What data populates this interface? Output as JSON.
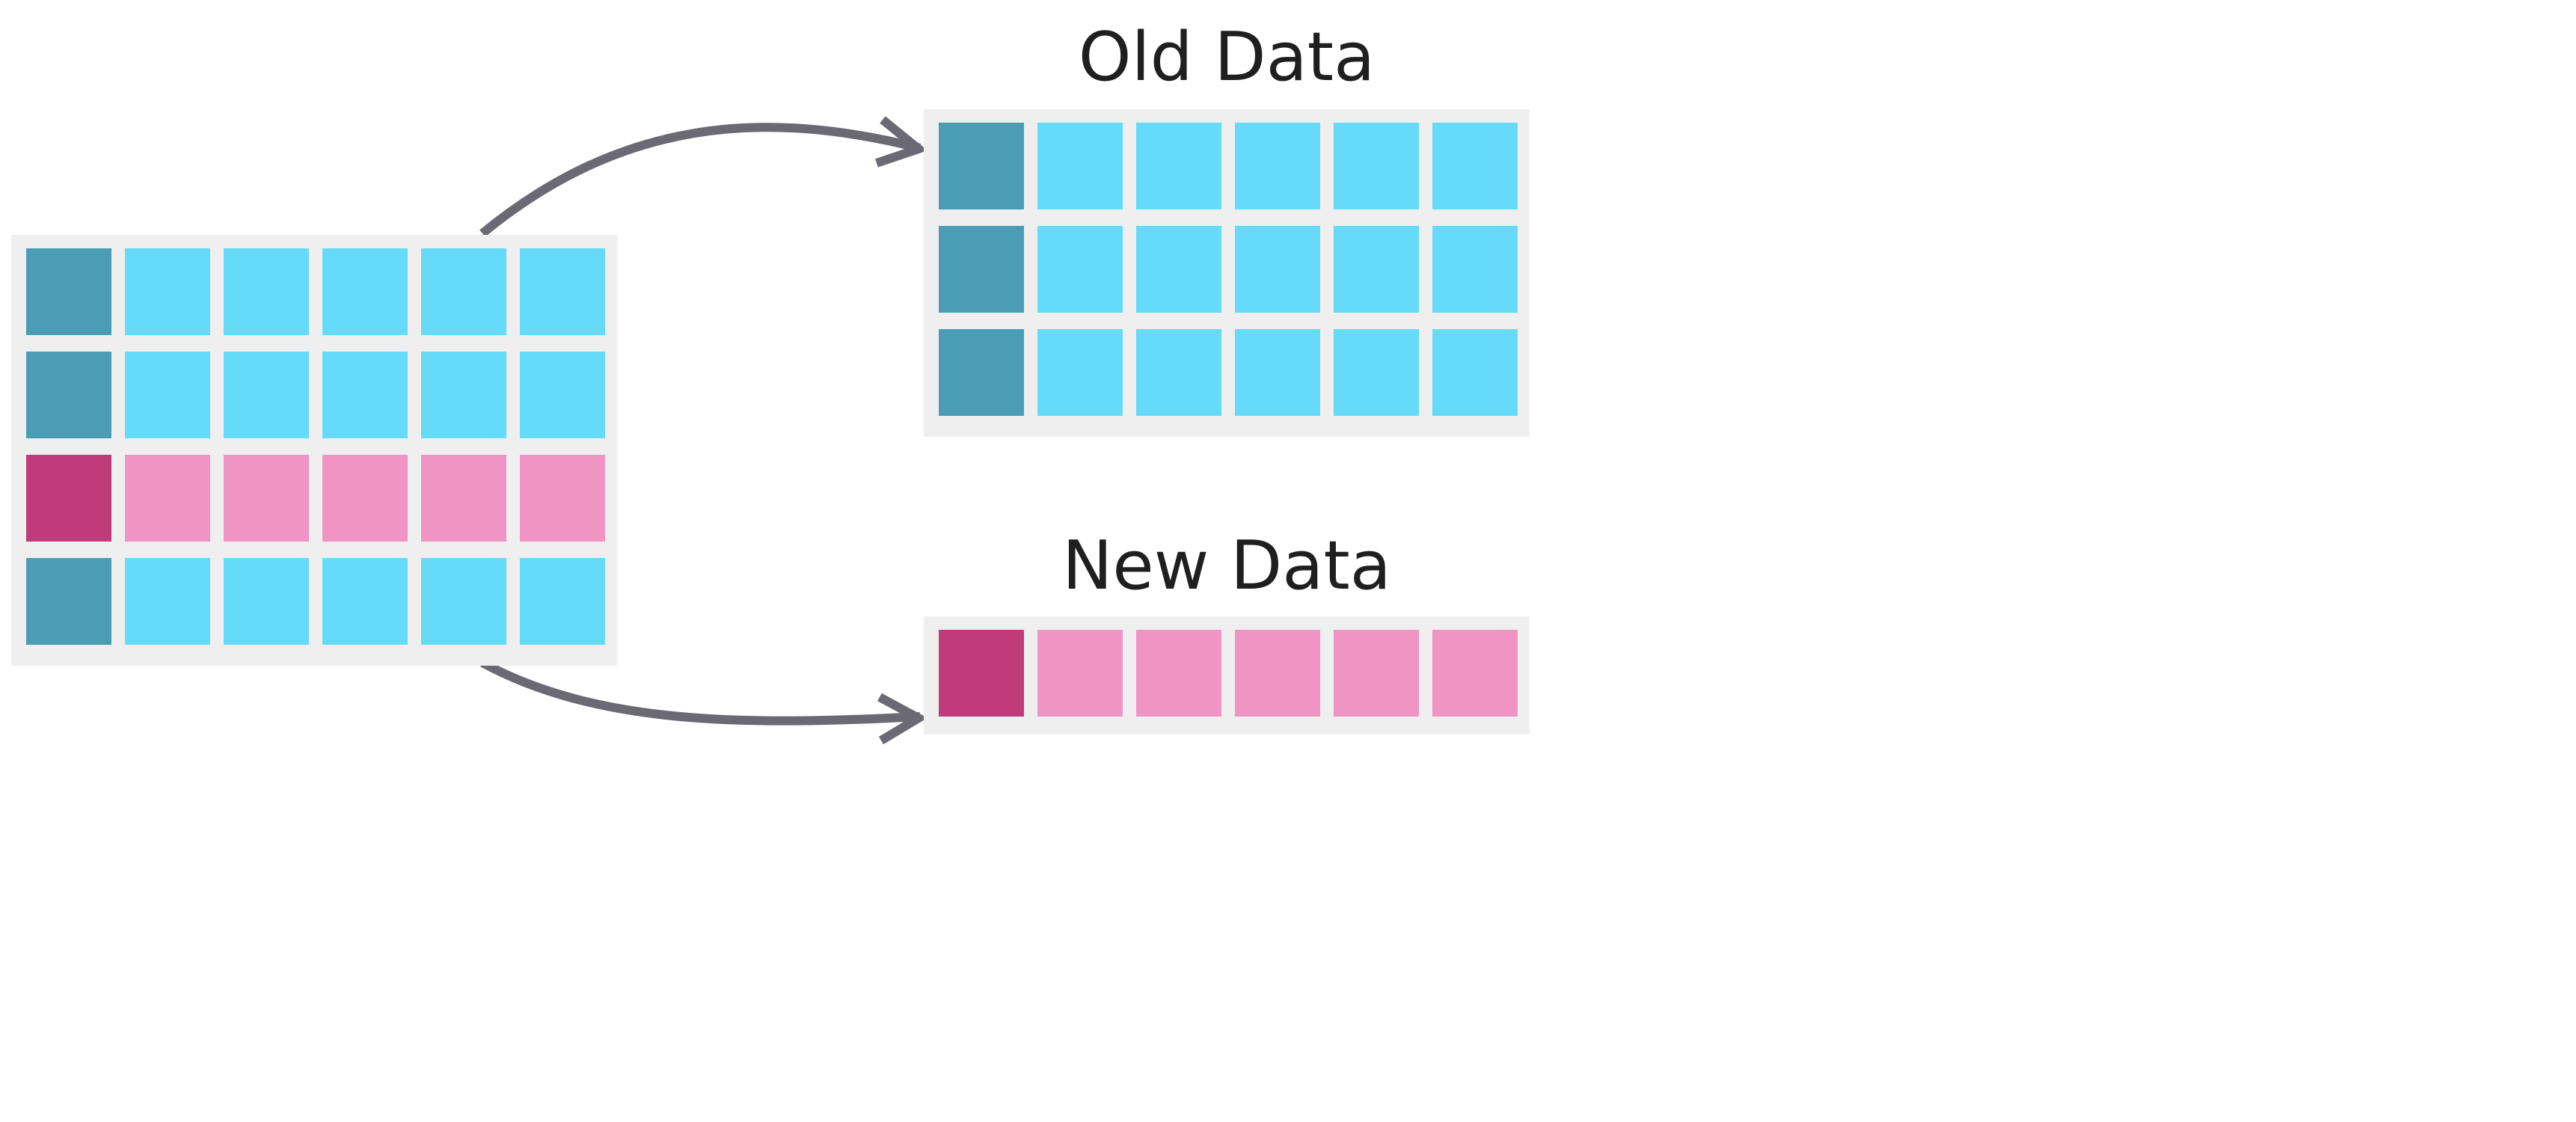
{
  "colors": {
    "blue_key": "#4a9db5",
    "blue": "#66daf9",
    "pink_key": "#bf3b7a",
    "pink": "#f094c4",
    "panel_bg": "#efefef",
    "arrow": "#6b6973",
    "title_text": "#1f1f1f"
  },
  "source_table": {
    "rows": [
      {
        "type": "old"
      },
      {
        "type": "old"
      },
      {
        "type": "new"
      },
      {
        "type": "old"
      }
    ],
    "columns": 6
  },
  "old_data": {
    "title": "Old Data",
    "rows": 3,
    "columns": 6
  },
  "new_data": {
    "title": "New Data",
    "rows": 1,
    "columns": 6
  },
  "arrows": [
    {
      "from": "source_table",
      "to": "old_data",
      "icon": "curved-arrow-icon"
    },
    {
      "from": "source_table",
      "to": "new_data",
      "icon": "curved-arrow-icon"
    }
  ]
}
